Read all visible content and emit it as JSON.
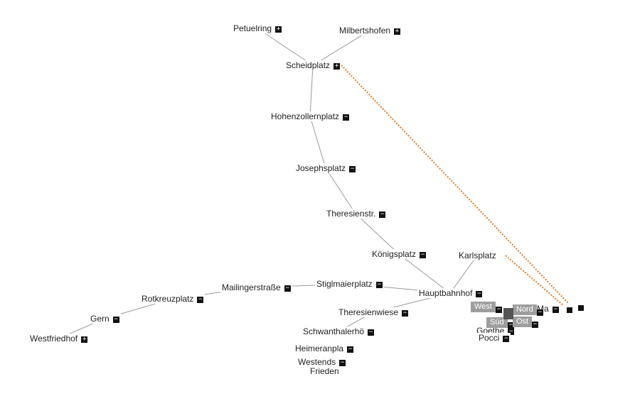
{
  "colors": {
    "edge": "#9a9a9a",
    "highlight": "#e07b20",
    "toggle": "#111111",
    "tag": "#9e9e9e"
  },
  "toggle_symbols": {
    "expand": "+",
    "collapse": "−"
  },
  "nodes": [
    {
      "id": "petuelring",
      "label": "Petuelring",
      "toggle": "expand"
    },
    {
      "id": "milbertshofen",
      "label": "Milbertshofen",
      "toggle": "expand"
    },
    {
      "id": "scheidplatz",
      "label": "Scheidplatz",
      "toggle": "expand"
    },
    {
      "id": "hohenzollernplatz",
      "label": "Hohenzollernplatz",
      "toggle": "collapse"
    },
    {
      "id": "josephsplatz",
      "label": "Josephsplatz",
      "toggle": "collapse"
    },
    {
      "id": "theresienstr",
      "label": "Theresienstr.",
      "toggle": "collapse"
    },
    {
      "id": "koenigsplatz",
      "label": "Königsplatz",
      "toggle": "collapse"
    },
    {
      "id": "karlsplatz",
      "label": "Karlsplatz",
      "toggle": "none"
    },
    {
      "id": "stiglmaierplatz",
      "label": "Stiglmaierplatz",
      "toggle": "collapse"
    },
    {
      "id": "hauptbahnhof",
      "label": "Hauptbahnhof",
      "toggle": "collapse"
    },
    {
      "id": "mailingerstrasse",
      "label": "Mailingerstraße",
      "toggle": "collapse"
    },
    {
      "id": "rotkreuzplatz",
      "label": "Rotkreuzplatz",
      "toggle": "collapse"
    },
    {
      "id": "gern",
      "label": "Gern",
      "toggle": "collapse"
    },
    {
      "id": "westfriedhof",
      "label": "Westfriedhof",
      "toggle": "expand"
    },
    {
      "id": "theresienwiese",
      "label": "Theresienwiese",
      "toggle": "collapse"
    },
    {
      "id": "schwanthalerhoehe",
      "label": "Schwanthalerhö",
      "toggle": "collapse"
    },
    {
      "id": "heimeranplatz",
      "label": "Heimeranpla",
      "toggle": "collapse"
    },
    {
      "id": "westendstr",
      "label": "Westends",
      "toggle": "collapse"
    },
    {
      "id": "friedenheimer",
      "label": "Frieden",
      "toggle": "none"
    },
    {
      "id": "goetheplatz",
      "label": "Goethe",
      "toggle": "collapse"
    },
    {
      "id": "poccistr",
      "label": "Pocci",
      "toggle": "collapse"
    },
    {
      "id": "marienplatz",
      "label": "Ma",
      "toggle": "collapse"
    }
  ],
  "edges": [
    [
      "petuelring",
      "scheidplatz"
    ],
    [
      "milbertshofen",
      "scheidplatz"
    ],
    [
      "scheidplatz",
      "hohenzollernplatz"
    ],
    [
      "hohenzollernplatz",
      "josephsplatz"
    ],
    [
      "josephsplatz",
      "theresienstr"
    ],
    [
      "theresienstr",
      "koenigsplatz"
    ],
    [
      "koenigsplatz",
      "hauptbahnhof"
    ],
    [
      "karlsplatz",
      "hauptbahnhof"
    ],
    [
      "stiglmaierplatz",
      "hauptbahnhof"
    ],
    [
      "stiglmaierplatz",
      "mailingerstrasse"
    ],
    [
      "mailingerstrasse",
      "rotkreuzplatz"
    ],
    [
      "rotkreuzplatz",
      "gern"
    ],
    [
      "gern",
      "westfriedhof"
    ],
    [
      "hauptbahnhof",
      "theresienwiese"
    ],
    [
      "theresienwiese",
      "schwanthalerhoehe"
    ]
  ],
  "highlight_edges": [
    [
      "scheidplatz",
      "marienplatz"
    ],
    [
      "karlsplatz",
      "marienplatz"
    ]
  ],
  "cluster_tags": [
    {
      "id": "west",
      "label": "West"
    },
    {
      "id": "nord",
      "label": "Nord"
    },
    {
      "id": "sued",
      "label": "Süd"
    },
    {
      "id": "ost",
      "label": "Ost"
    }
  ]
}
